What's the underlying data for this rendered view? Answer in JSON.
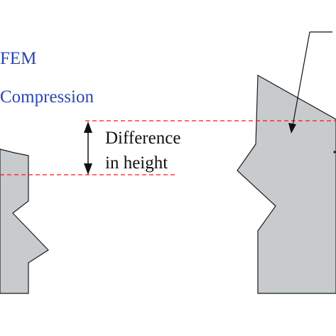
{
  "labels": {
    "fem": "FEM",
    "compression": "Compression",
    "difference_line1": "Difference",
    "difference_line2": "in height"
  },
  "colors": {
    "blue_text": "#2b45b0",
    "black_text": "#111111",
    "shape_fill": "#c8cbcd",
    "shape_stroke": "#1a1a1a",
    "dashed_line": "#e02020"
  }
}
